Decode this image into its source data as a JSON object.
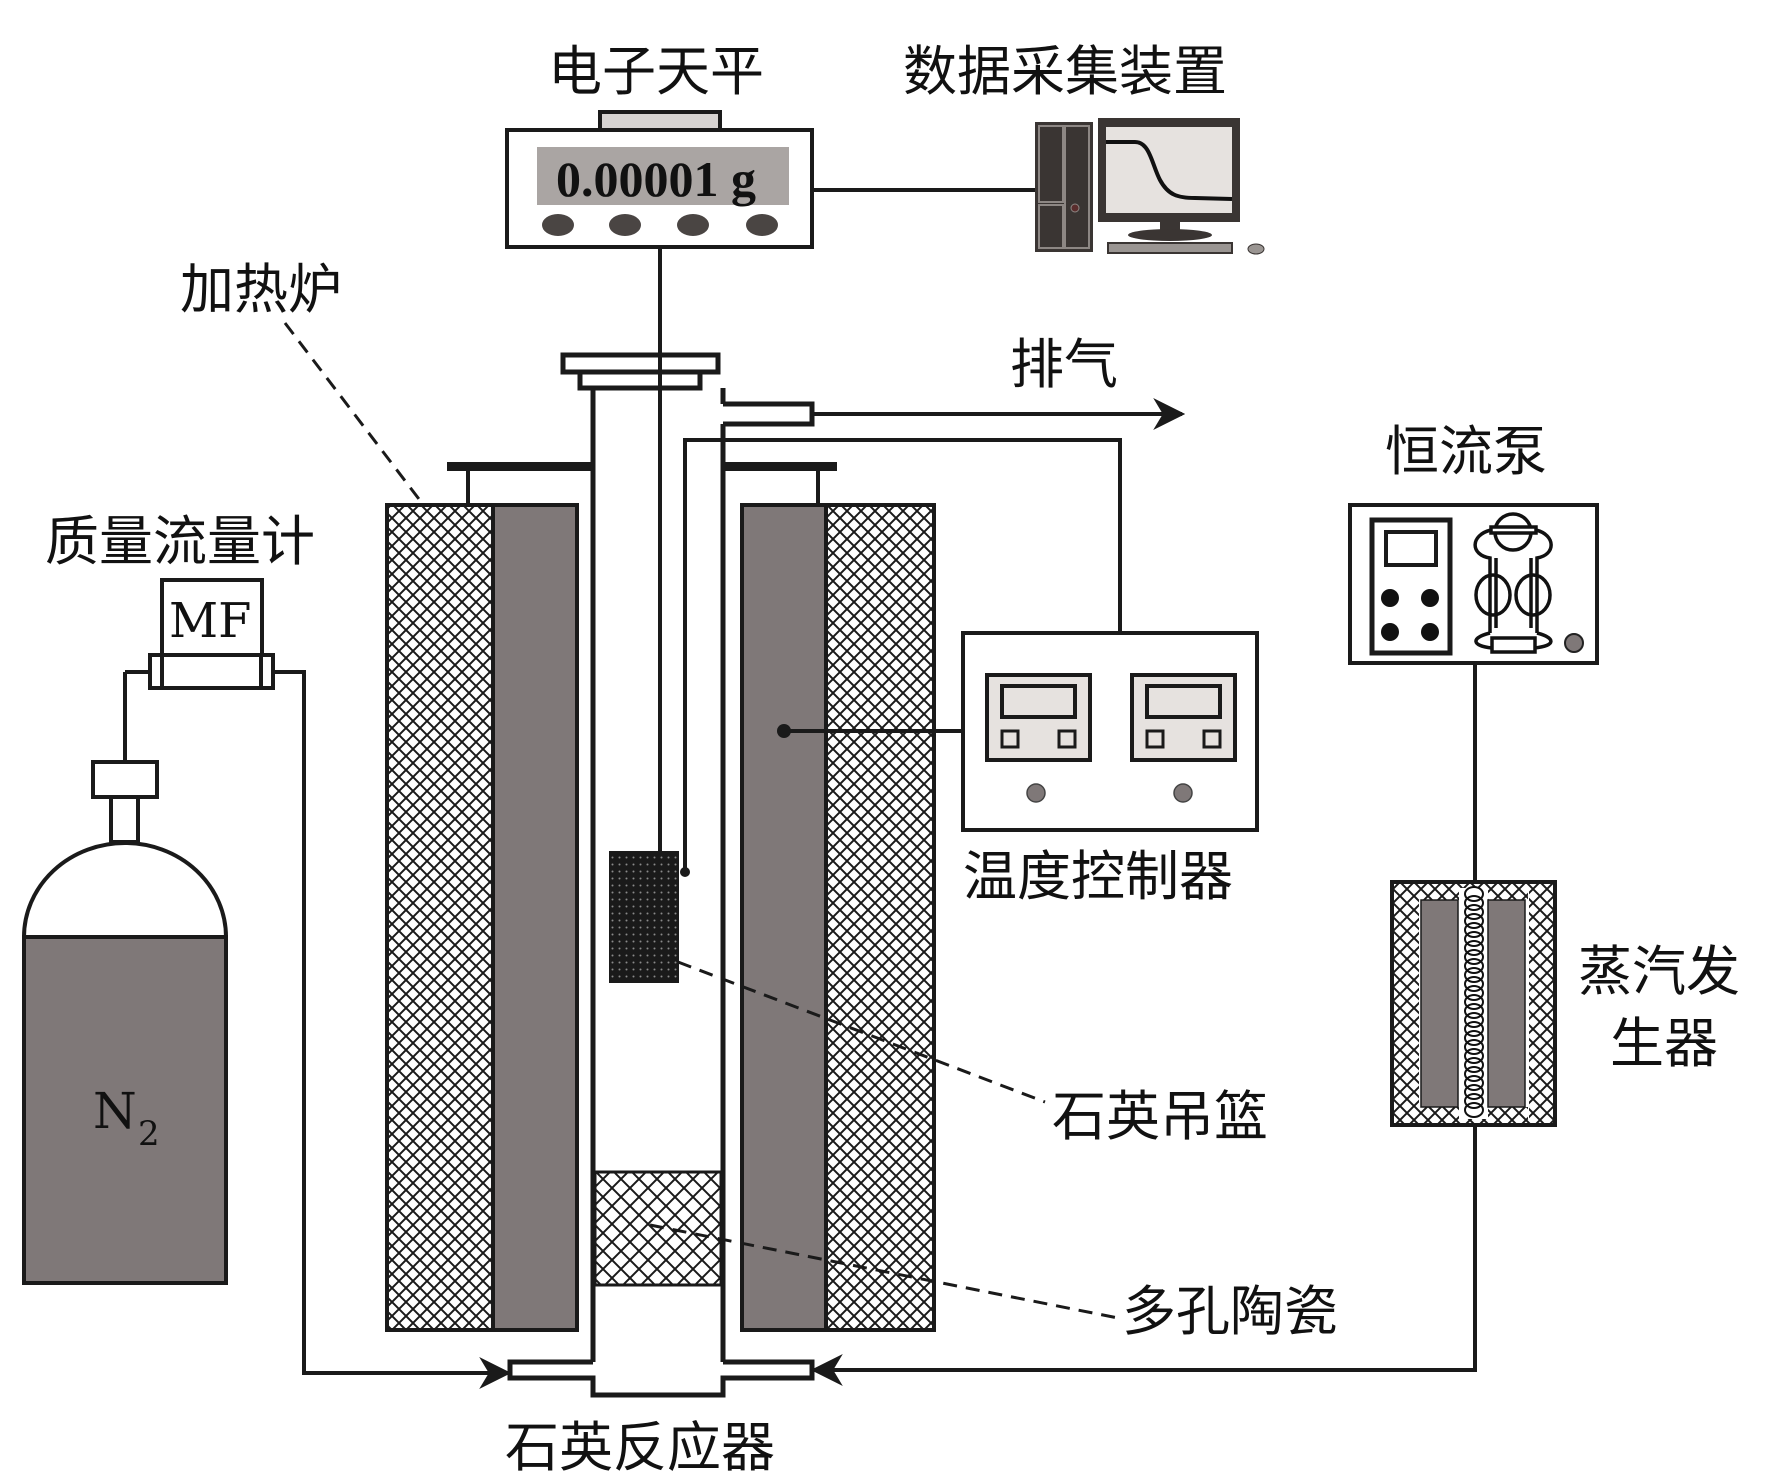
{
  "title": "Thermogravimetric steam reaction apparatus schematic",
  "labels": {
    "balance": "电子天平",
    "daq": "数据采集装置",
    "furnace": "加热炉",
    "exhaust": "排气",
    "pump": "恒流泵",
    "mfc": "质量流量计",
    "mfc_box": "MF",
    "temp_controller": "温度控制器",
    "steam_gen_line1": "蒸汽发",
    "steam_gen_line2": "生器",
    "basket": "石英吊篮",
    "ceramic": "多孔陶瓷",
    "reactor": "石英反应器",
    "gas": "N",
    "gas_sub": "2"
  },
  "balance_display": "0.00001 g",
  "colors": {
    "heater": "#7f7878",
    "display": "#aaa5a3",
    "ink": "#1a1a1a",
    "screen": "#e6e2df",
    "pc": "#3a3533",
    "knob": "#7f7878"
  }
}
